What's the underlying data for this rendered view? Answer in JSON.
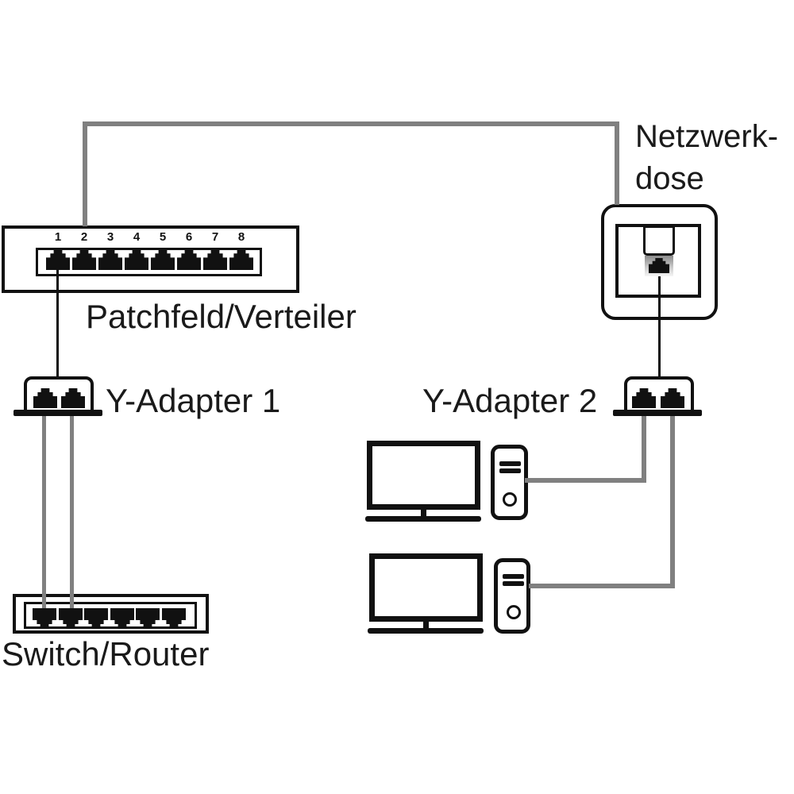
{
  "labels": {
    "patch_panel": "Patchfeld/Verteiler",
    "network_socket_line1": "Netzwerk-",
    "network_socket_line2": "dose",
    "y_adapter_1": "Y-Adapter 1",
    "y_adapter_2": "Y-Adapter 2",
    "switch_router": "Switch/Router"
  },
  "patch_panel_ports": [
    "1",
    "2",
    "3",
    "4",
    "5",
    "6",
    "7",
    "8"
  ],
  "colors": {
    "cable_gray": "#808080",
    "ink_black": "#111111",
    "background": "#ffffff"
  }
}
